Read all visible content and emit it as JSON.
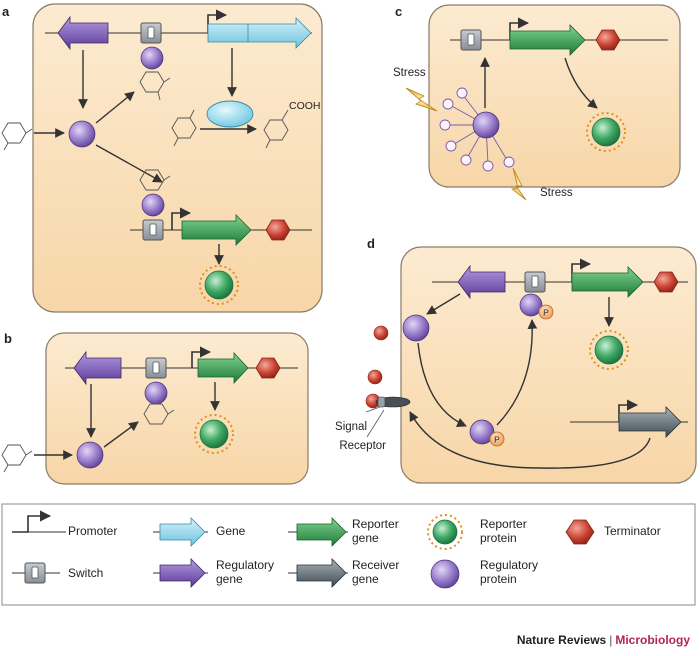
{
  "colors": {
    "cell_fill": "#fbe3c0",
    "cell_stroke": "#7a6a5a",
    "regulatory_protein": "#8a6fc0",
    "reporter_protein": "#2f9a52",
    "terminator": "#c8342b",
    "gene": "#9fd9ec",
    "reporter_gene": "#2e9a48",
    "regulatory_gene": "#7f5fb8",
    "receiver_gene": "#5a6670",
    "switch": "#9aa0a6",
    "stress": "#f2c23b",
    "signal": "#c23b2b",
    "phosphate": "#f5b06a"
  },
  "panels": {
    "a": {
      "letter": "a",
      "product_label": "COOH"
    },
    "b": {
      "letter": "b"
    },
    "c": {
      "letter": "c",
      "stress_label_1": "Stress",
      "stress_label_2": "Stress"
    },
    "d": {
      "letter": "d",
      "phospho_label_1": "P",
      "phospho_label_2": "P",
      "signal_label": "Signal",
      "receptor_label": "Receptor"
    }
  },
  "legend": {
    "items": [
      {
        "icon": "promoter-icon",
        "label": "Promoter"
      },
      {
        "icon": "gene-icon",
        "label": "Gene"
      },
      {
        "icon": "reporter-gene-icon",
        "label": "Reporter\ngene"
      },
      {
        "icon": "reporter-protein-icon",
        "label": "Reporter\nprotein"
      },
      {
        "icon": "terminator-icon",
        "label": "Terminator"
      },
      {
        "icon": "switch-icon",
        "label": "Switch"
      },
      {
        "icon": "regulatory-gene-icon",
        "label": "Regulatory\ngene"
      },
      {
        "icon": "receiver-gene-icon",
        "label": "Receiver\ngene"
      },
      {
        "icon": "regulatory-protein-icon",
        "label": "Regulatory\nprotein"
      }
    ]
  },
  "credit": {
    "journal": "Nature Reviews",
    "separator": "|",
    "subject": "Microbiology"
  }
}
